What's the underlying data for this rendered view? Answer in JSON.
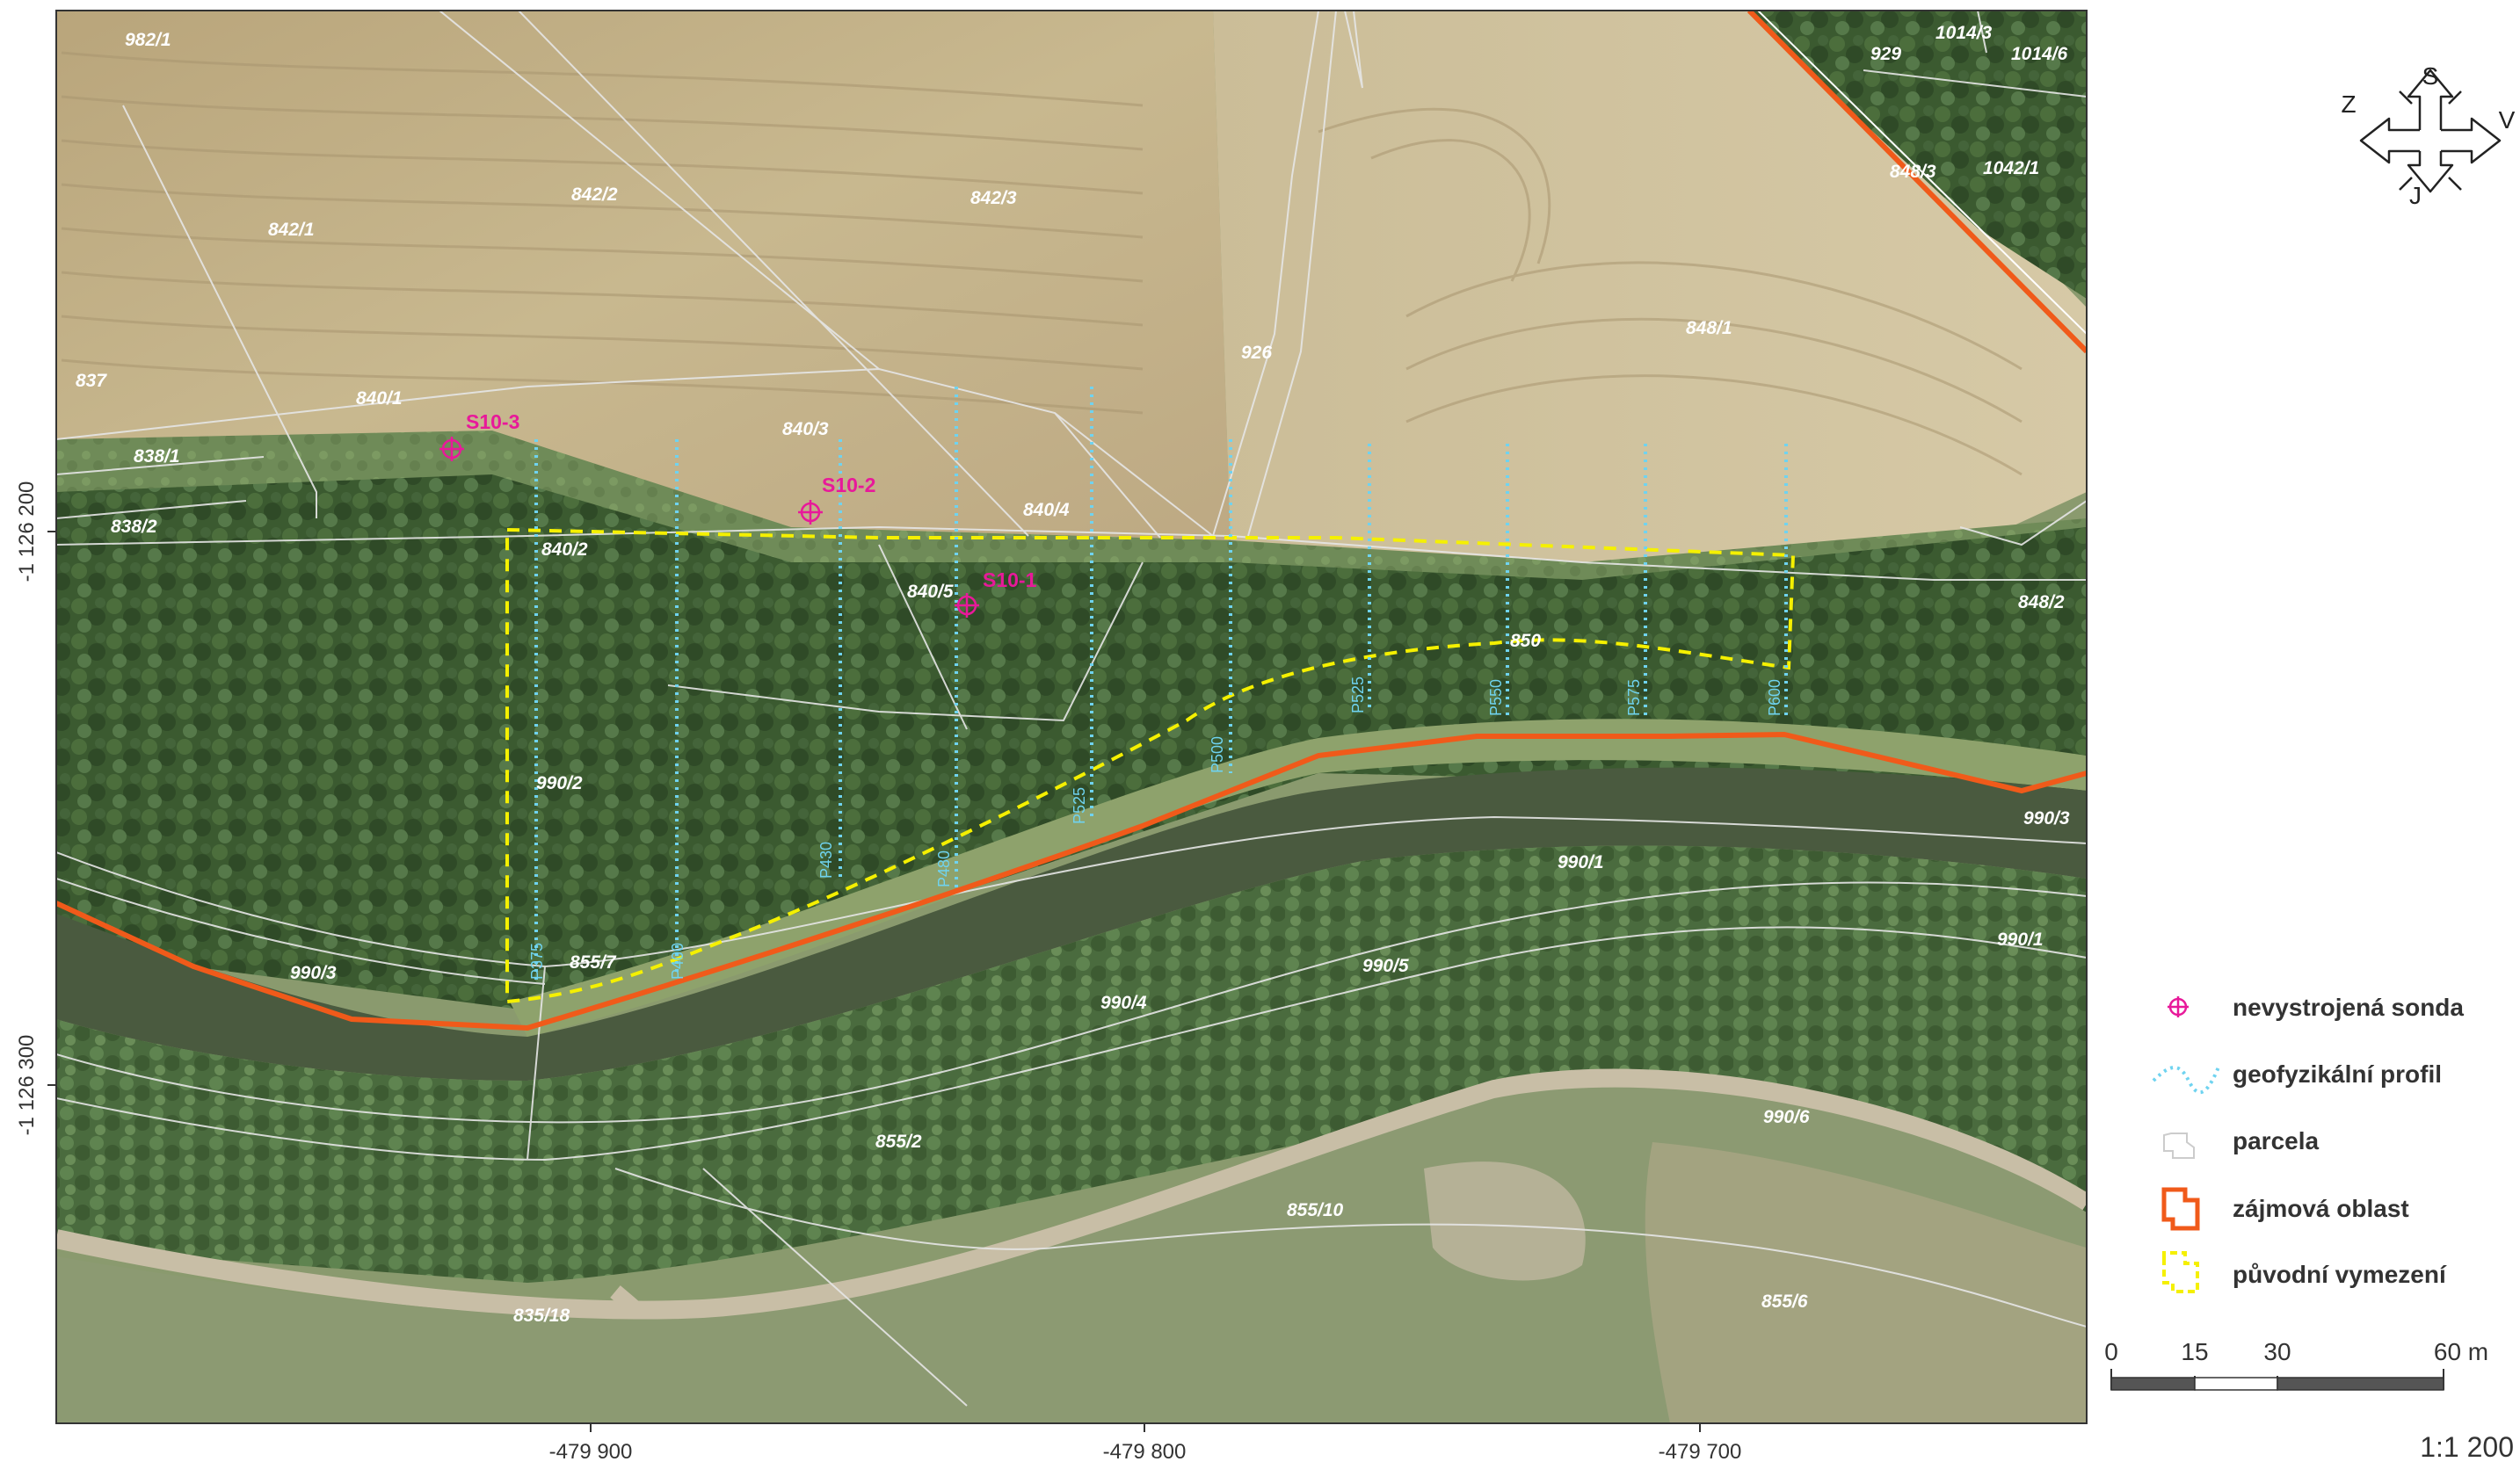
{
  "coordinates": {
    "left": [
      "-1 126 200",
      "-1 126 300"
    ],
    "bottom": [
      "-479 900",
      "-479 800",
      "-479 700"
    ]
  },
  "parcels": [
    "982/1",
    "842/1",
    "842/2",
    "842/3",
    "837",
    "840/1",
    "838/1",
    "838/2",
    "840/3",
    "840/2",
    "840/4",
    "840/5",
    "926",
    "848/1",
    "929",
    "1014/3",
    "1014/6",
    "1042/1",
    "848/3",
    "848/2",
    "850",
    "990/2",
    "990/3",
    "855/7",
    "990/1",
    "990/3",
    "990/1",
    "990/5",
    "990/4",
    "855/2",
    "990/6",
    "855/10",
    "835/18",
    "855/6"
  ],
  "probes": [
    "S10-3",
    "S10-2",
    "S10-1"
  ],
  "profiles": [
    "P375",
    "P400",
    "P430",
    "P480",
    "P525",
    "P500",
    "P525",
    "P550",
    "P575",
    "P600"
  ],
  "north_arrow": {
    "north": "S",
    "south": "J",
    "west": "Z",
    "east": "V"
  },
  "legend": [
    {
      "label": "nevystrojená sonda",
      "symbol": "probe-icon",
      "color": "#e8199a"
    },
    {
      "label": "geofyzikální profil",
      "symbol": "profile-icon",
      "color": "#6fd3f0"
    },
    {
      "label": "parcela",
      "symbol": "parcel-icon",
      "color": "#cccccc"
    },
    {
      "label": "zájmová oblast",
      "symbol": "interest-area-icon",
      "color": "#f05a1a"
    },
    {
      "label": "původní vymezení",
      "symbol": "original-boundary-icon",
      "color": "#f5f000"
    }
  ],
  "scale_bar": {
    "ticks": [
      "0",
      "15",
      "30",
      "60 m"
    ],
    "ratio": "1:1 200"
  }
}
